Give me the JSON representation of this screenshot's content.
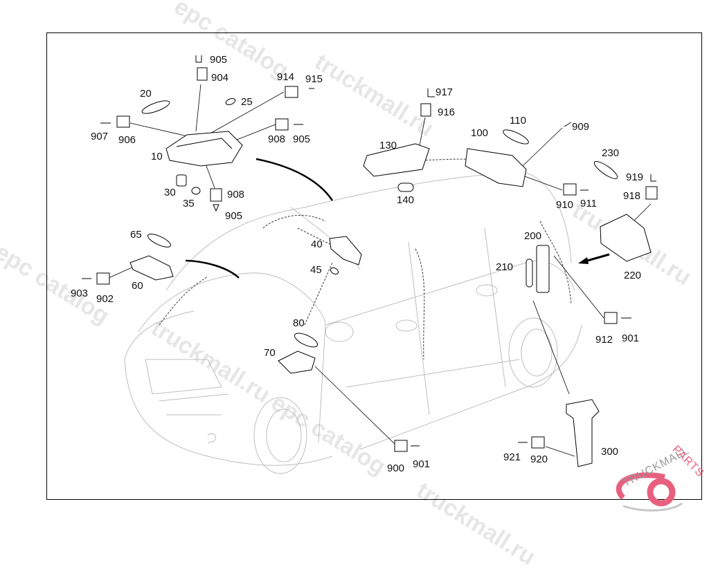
{
  "diagram": {
    "title": "Interior lighting parts diagram",
    "watermarks": [
      "epc catalog",
      "truckmall.ru",
      "truckmall.ru epc catalog",
      "truckmall.ru epc catalog",
      "truckmall.ru",
      "l epc catalog",
      "truckmall.ru"
    ],
    "logo": {
      "text_left": "TRUCKMALL",
      "text_right": "PARTS",
      "accent_color": "#e8607f",
      "gray_color": "#c8c8c8"
    },
    "labels": {
      "p905a": "905",
      "p904": "904",
      "p914": "914",
      "p915": "915",
      "p20": "20",
      "p25": "25",
      "p907": "907",
      "p906": "906",
      "p908a": "908",
      "p905b": "905",
      "p10": "10",
      "p30": "30",
      "p35": "35",
      "p908b": "908",
      "p905c": "905",
      "p917": "917",
      "p916": "916",
      "p130": "130",
      "p140": "140",
      "p100": "100",
      "p110": "110",
      "p909": "909",
      "p910": "910",
      "p911": "911",
      "p230": "230",
      "p919": "919",
      "p918": "918",
      "p220": "220",
      "p65": "65",
      "p60": "60",
      "p903": "903",
      "p902": "902",
      "p40": "40",
      "p45": "45",
      "p80": "80",
      "p70": "70",
      "p200": "200",
      "p210": "210",
      "p912": "912",
      "p901a": "901",
      "p900": "900",
      "p901b": "901",
      "p921": "921",
      "p920": "920",
      "p300": "300"
    }
  }
}
